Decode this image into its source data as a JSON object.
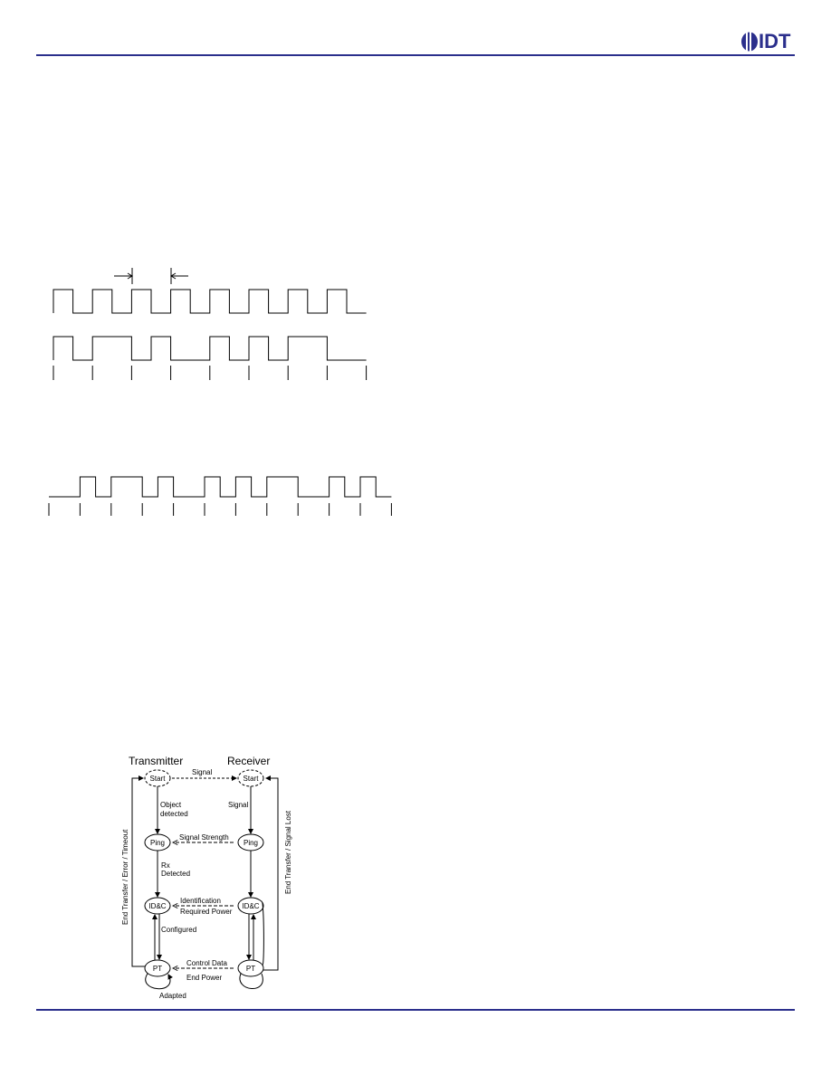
{
  "header": {
    "logo_text": "IDT",
    "brand_color": "#2b2f8c"
  },
  "waveform_a": {
    "clock_levels": [
      1,
      0,
      1,
      0,
      1,
      0,
      1,
      0,
      1,
      0,
      1,
      0,
      1,
      0,
      1,
      0
    ],
    "data_levels": [
      1,
      0,
      1,
      1,
      0,
      1,
      0,
      0,
      1,
      0,
      1,
      0,
      1,
      1,
      0,
      0
    ]
  },
  "waveform_b": {
    "data_levels": [
      0,
      0,
      1,
      0,
      1,
      1,
      0,
      1,
      0,
      0,
      1,
      0,
      1,
      0,
      1,
      1,
      0,
      0,
      1,
      0,
      1,
      0
    ]
  },
  "state_diagram": {
    "transmitter_label": "Transmitter",
    "receiver_label": "Receiver",
    "states": {
      "tx_start": "Start",
      "rx_start": "Start",
      "tx_ping": "Ping",
      "rx_ping": "Ping",
      "tx_idc": "ID&C",
      "rx_idc": "ID&C",
      "tx_pt": "PT",
      "rx_pt": "PT"
    },
    "labels": {
      "signal_top": "Signal",
      "object_detected_1": "Object",
      "object_detected_2": "detected",
      "signal_rx": "Signal",
      "signal_strength": "Signal Strength",
      "rx_detected_1": "Rx",
      "rx_detected_2": "Detected",
      "identification": "Identification",
      "required_power": "Required Power",
      "configured": "Configured",
      "control_data": "Control Data",
      "end_power": "End Power",
      "adapted": "Adapted",
      "left_side": "End Transfer / Error / Timeout",
      "right_side": "End Transfer / Signal Lost"
    }
  }
}
